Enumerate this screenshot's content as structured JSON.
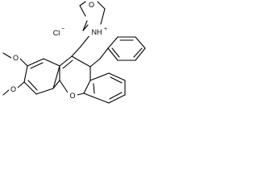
{
  "structure": {
    "counterion": "Cl",
    "counterion_charge": "−",
    "morpholine_oxygen": "O",
    "ammonium_nitrogen": "NH",
    "ammonium_charge": "+",
    "ring_oxygen": "O",
    "methoxy_top_oxygen": "O",
    "methoxy_bottom_oxygen": "O",
    "bond_color": "#000000"
  }
}
